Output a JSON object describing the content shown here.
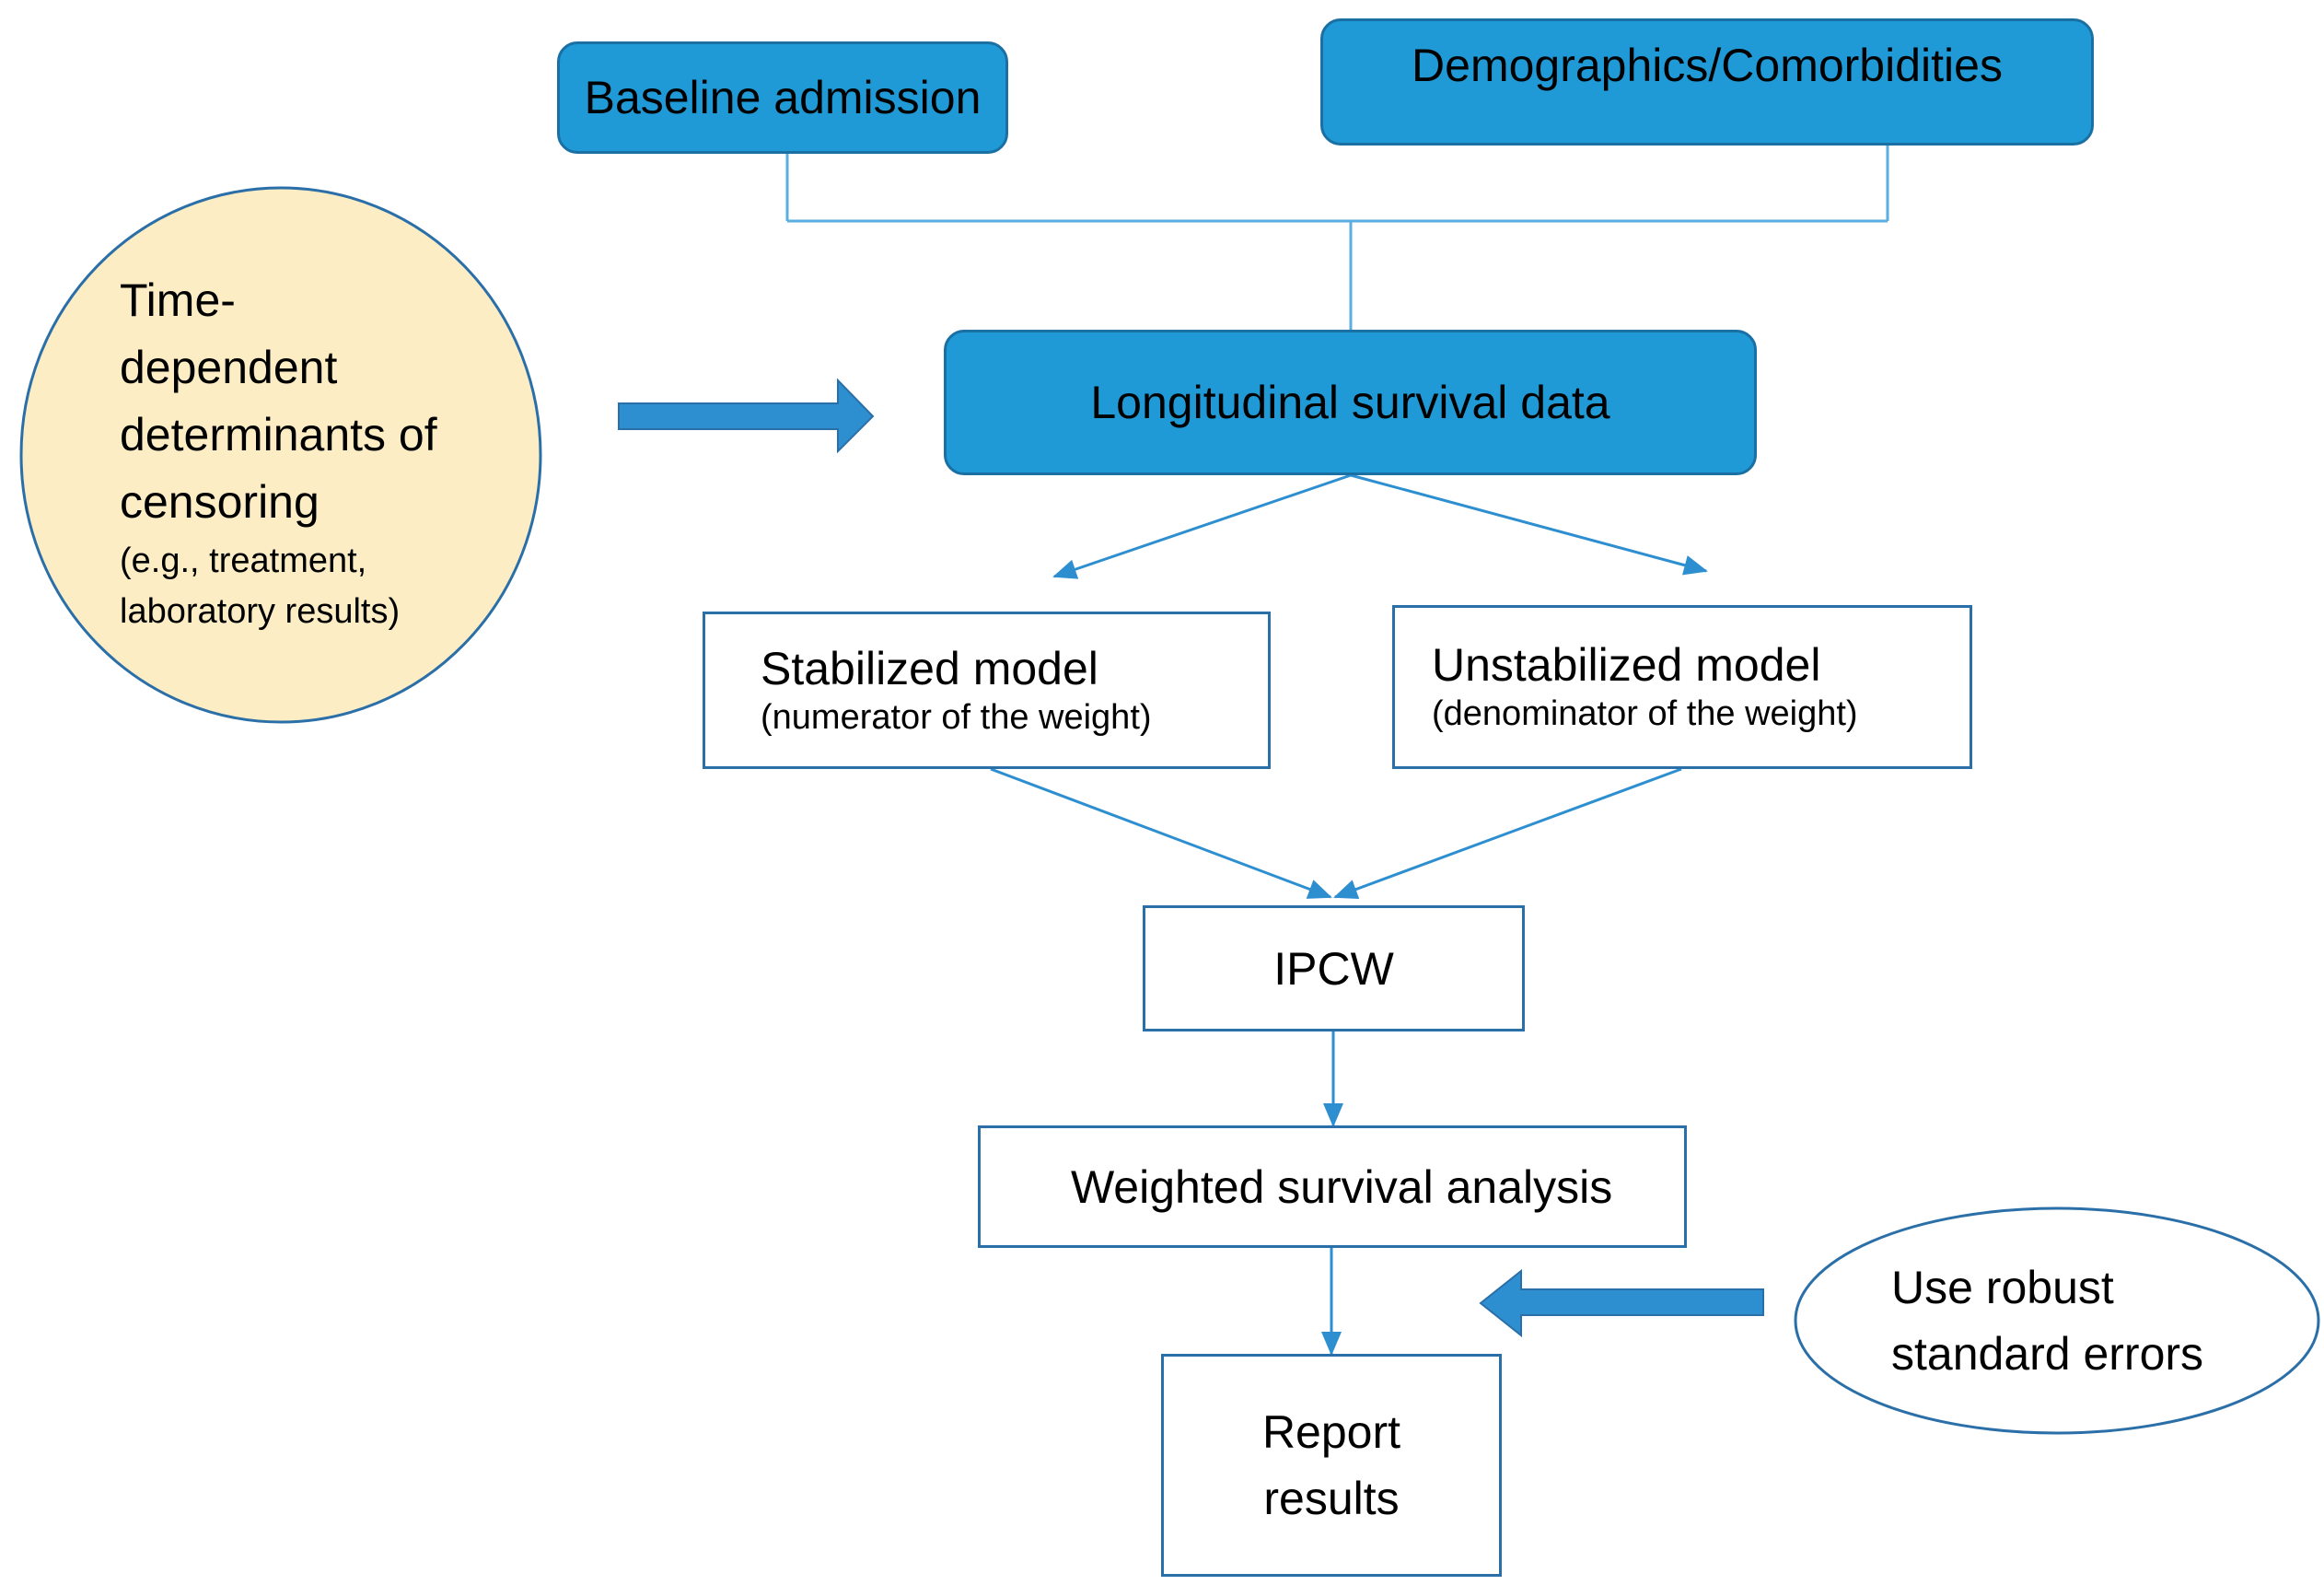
{
  "nodes": {
    "baseline_admission": "Baseline admission",
    "demographics": "Demographics/Comorbidities",
    "longitudinal": "Longitudinal survival data",
    "time_dependent": {
      "line1": "Time-",
      "line2": "dependent",
      "line3": "determinants of",
      "line4": "censoring",
      "line5": "(e.g., treatment,",
      "line6": "laboratory results)"
    },
    "stabilized": {
      "title": "Stabilized model",
      "subtitle": "(numerator of the weight)"
    },
    "unstabilized": {
      "title": "Unstabilized model",
      "subtitle": "(denominator of the weight)"
    },
    "ipcw": "IPCW",
    "weighted": "Weighted survival analysis",
    "report": {
      "line1": "Report",
      "line2": "results"
    },
    "robust": {
      "line1": "Use robust",
      "line2": "standard errors"
    }
  },
  "colors": {
    "blue_fill": "#1f9ad6",
    "blue_border": "#1a6fa3",
    "connector": "#5aaee0",
    "arrow": "#2e8fd0",
    "ellipse_fill": "#fdedc5",
    "ellipse_border": "#2b6fa8"
  }
}
